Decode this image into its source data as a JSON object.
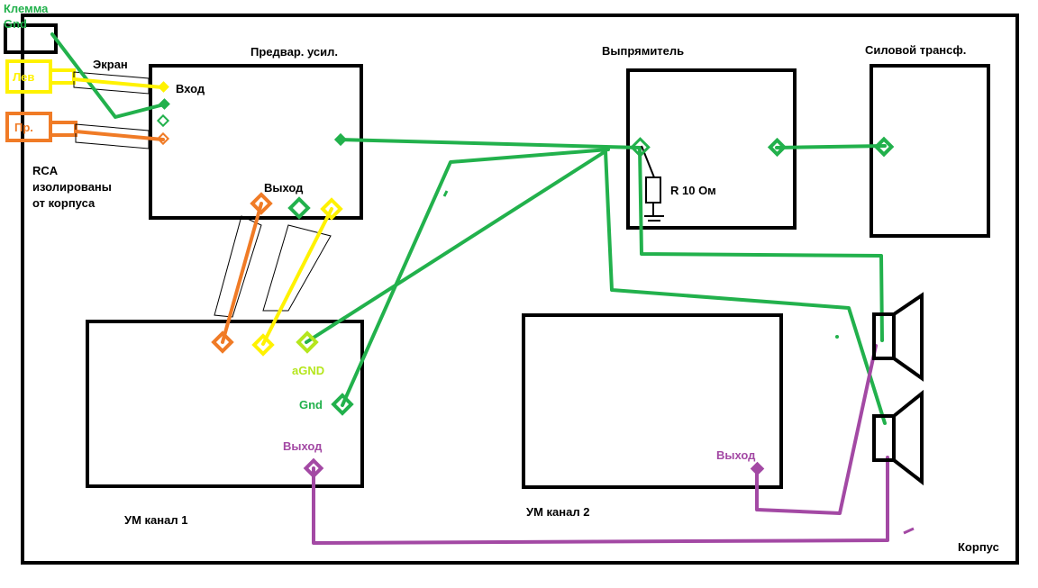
{
  "labels": {
    "klemma": "Клемма",
    "gnd_small": "Gnd",
    "lev": "Лев",
    "pr": "Пр.",
    "ekran": "Экран",
    "rca": [
      "RCA",
      "изолированы",
      "от корпуса"
    ],
    "preamp": "Предвар. усил.",
    "vhod": "Вход",
    "preamp_out": "Выход",
    "rectifier": "Выпрямитель",
    "resistor": "R 10 Ом",
    "transformer": "Силовой трансф.",
    "agnd": "aGND",
    "gnd": "Gnd",
    "amp1_out": "Выход",
    "amp1": "УМ канал 1",
    "amp2_out": "Выход",
    "amp2": "УМ канал 2",
    "case": "Корпус"
  },
  "colors": {
    "green": "#22b14c",
    "yellow": "#fff200",
    "orange": "#f07b26",
    "purple": "#a349a4",
    "lime": "#b5e61d"
  }
}
